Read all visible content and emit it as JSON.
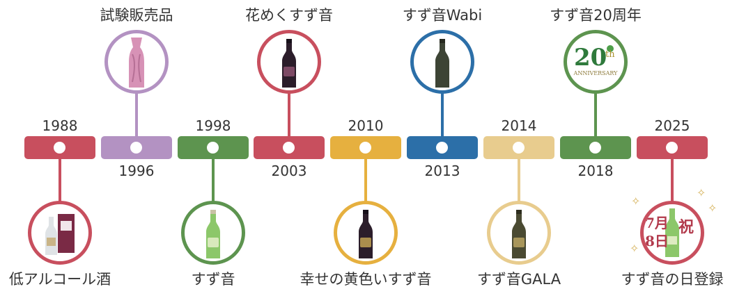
{
  "milestones": [
    {
      "year": "1988",
      "color": "#c84f5e",
      "product": "低アルコール酒",
      "position": "bottom",
      "year_position": "above",
      "icon": "bottle-with-box-icon"
    },
    {
      "year": "1996",
      "color": "#b392c2",
      "product": "試験販売品",
      "position": "top",
      "year_position": "below",
      "icon": "wrapped-bottle-icon"
    },
    {
      "year": "1998",
      "color": "#5d944f",
      "product": "すず音",
      "position": "bottom",
      "year_position": "above",
      "icon": "green-bottle-icon"
    },
    {
      "year": "2003",
      "color": "#c84f5e",
      "product": "花めくすず音",
      "position": "top",
      "year_position": "below",
      "icon": "dark-bottle-icon"
    },
    {
      "year": "2010",
      "color": "#e6b03f",
      "product": "幸せの黄色いすず音",
      "position": "bottom",
      "year_position": "above",
      "icon": "dark-bottle-icon"
    },
    {
      "year": "2013",
      "color": "#2c6fa8",
      "product": "すず音Wabi",
      "position": "top",
      "year_position": "below",
      "icon": "dark-green-bottle-icon"
    },
    {
      "year": "2014",
      "color": "#e8cc8e",
      "product": "すず音GALA",
      "position": "bottom",
      "year_position": "above",
      "icon": "olive-bottle-icon"
    },
    {
      "year": "2018",
      "color": "#5d944f",
      "product": "すず音20周年",
      "position": "top",
      "year_position": "below",
      "icon": "anniversary-logo-icon"
    },
    {
      "year": "2025",
      "color": "#c84f5e",
      "product": "すず音の日登録",
      "position": "bottom",
      "year_position": "above",
      "icon": "celebration-bottle-icon"
    }
  ],
  "anniversary_logo": {
    "number": "20",
    "suffix": "th",
    "text": "ANNIVERSARY"
  },
  "celebration": {
    "month": "7",
    "month_unit": "月",
    "day": "8",
    "day_unit": "日",
    "kanji": "祝"
  }
}
